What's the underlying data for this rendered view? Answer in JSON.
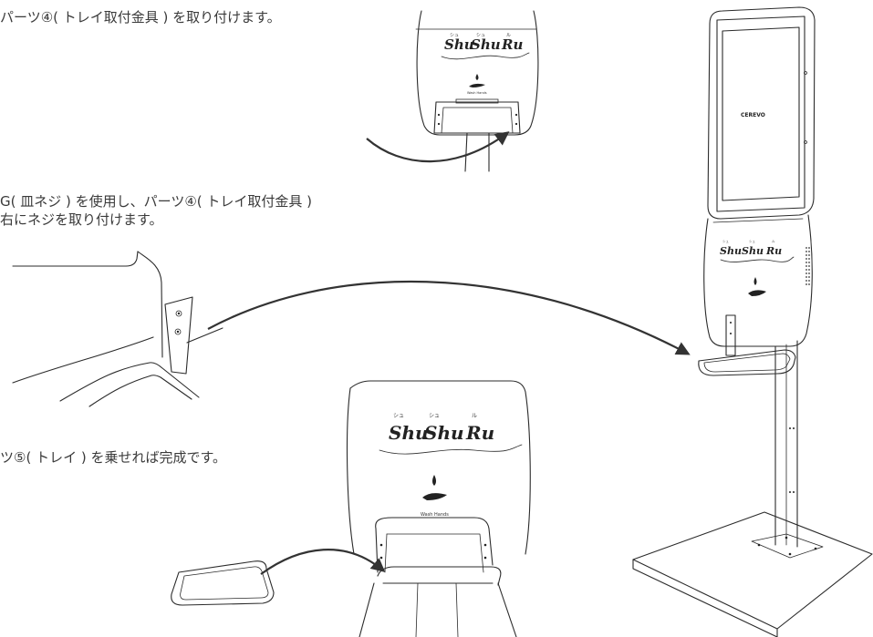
{
  "instructions": {
    "step1": "パーツ④( トレイ取付金具 ) を取り付けます。",
    "step2_line1": "G( 皿ネジ ) を使用し、パーツ④( トレイ取付金具 )",
    "step2_line2": "右にネジを取り付けます。",
    "step3": "ツ⑤( トレイ ) を乗せれば完成です。"
  },
  "product": {
    "brand_words": [
      "Shu",
      "Shu",
      "Ru"
    ],
    "furigana": [
      "シュ",
      "シュ",
      "ル"
    ],
    "wash_label": "Wash Hands",
    "screen_logo": "CEREVO"
  }
}
